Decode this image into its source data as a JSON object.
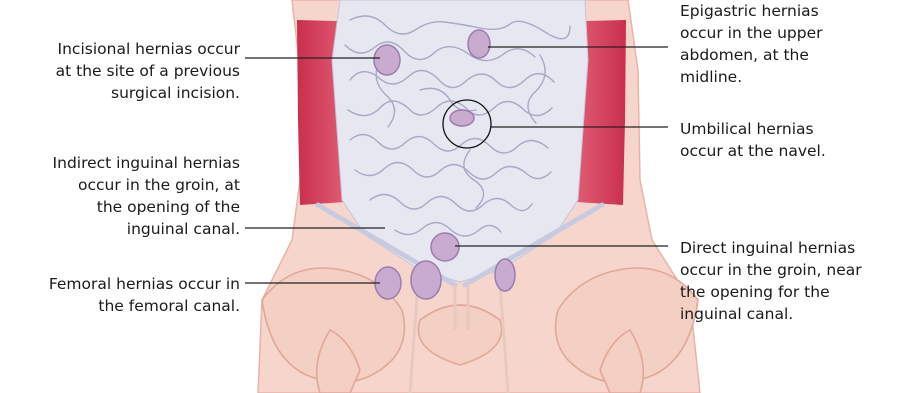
{
  "diagram": {
    "callouts": {
      "incisional": "Incisional hernias occur\nat the site of a previous\nsurgical incision.",
      "indirect_inguinal": "Indirect inguinal hernias\noccur in the groin, at\nthe opening of the\ninguinal canal.",
      "femoral": "Femoral hernias occur in\nthe femoral canal.",
      "epigastric": "Epigastric hernias\noccur in the upper\nabdomen, at the\nmidline.",
      "umbilical": "Umbilical hernias\noccur at the navel.",
      "direct_inguinal": "Direct inguinal hernias\noccur in the groin, near\nthe opening for the\ninguinal canal."
    },
    "colors": {
      "skin": "#f6d6cc",
      "skin_edge": "#e8b4a6",
      "muscle": "#d9465f",
      "muscle_light": "#ea8c9a",
      "bone": "#f4cfc3",
      "bone_edge": "#e2a796",
      "intestine": "#dfe0ee",
      "intestine_line": "#a7a9c6",
      "hernia": "#c9abd0",
      "hernia_edge": "#9b7cac",
      "leader": "#222222"
    }
  }
}
